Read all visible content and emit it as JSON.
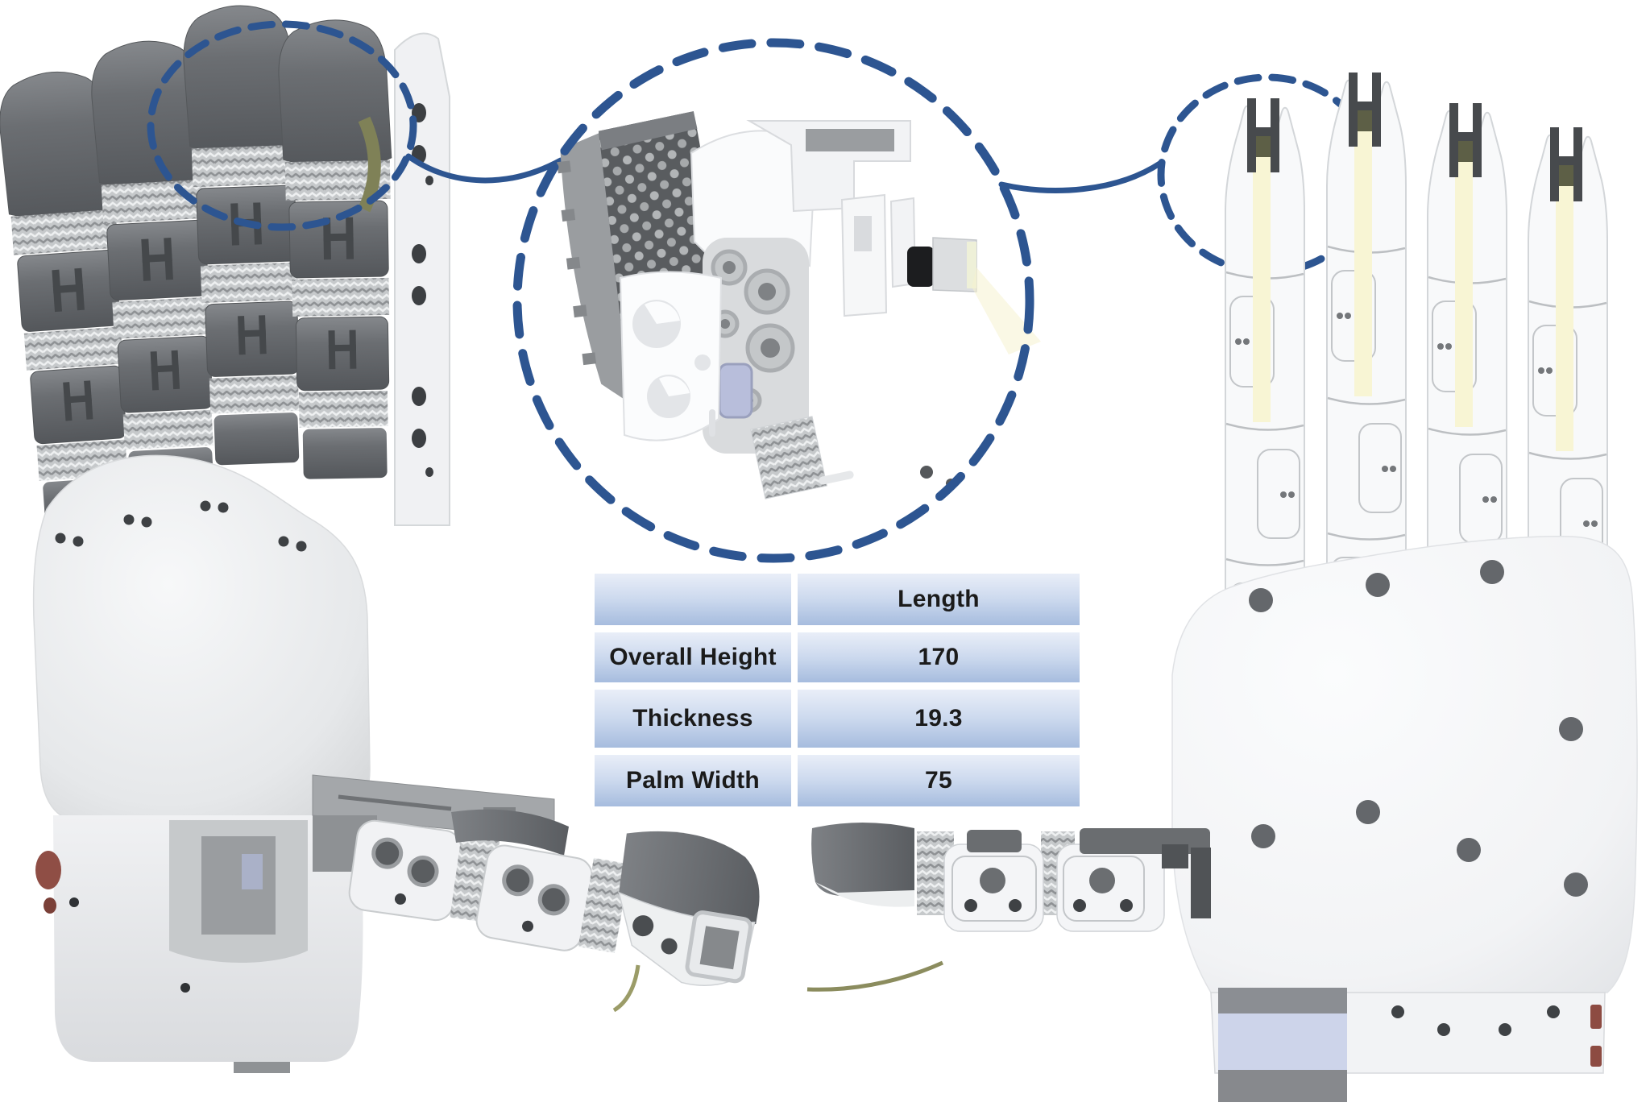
{
  "table": {
    "corner": "",
    "header": "Length",
    "rows": [
      {
        "label": "Overall Height",
        "value": "170"
      },
      {
        "label": "Thickness",
        "value": "19.3"
      },
      {
        "label": "Palm Width",
        "value": "75"
      }
    ]
  },
  "colors": {
    "annotation_blue": "#2d5591",
    "table_gradient_top": "#e9eef8",
    "table_gradient_bottom": "#a6bcde",
    "finger_pad_gray": "#66696c",
    "plastic_white": "#f7f8f9",
    "tendon_cream": "#f8f5d4",
    "tendon_olive": "#8b8c5e",
    "wrist_lavender": "#cdd4ea",
    "knob_red": "#8d4b42"
  },
  "icons": {
    "left_zoom": "dashed-ellipse-icon",
    "center_zoom": "dashed-ellipse-icon",
    "right_zoom": "dashed-ellipse-icon"
  }
}
